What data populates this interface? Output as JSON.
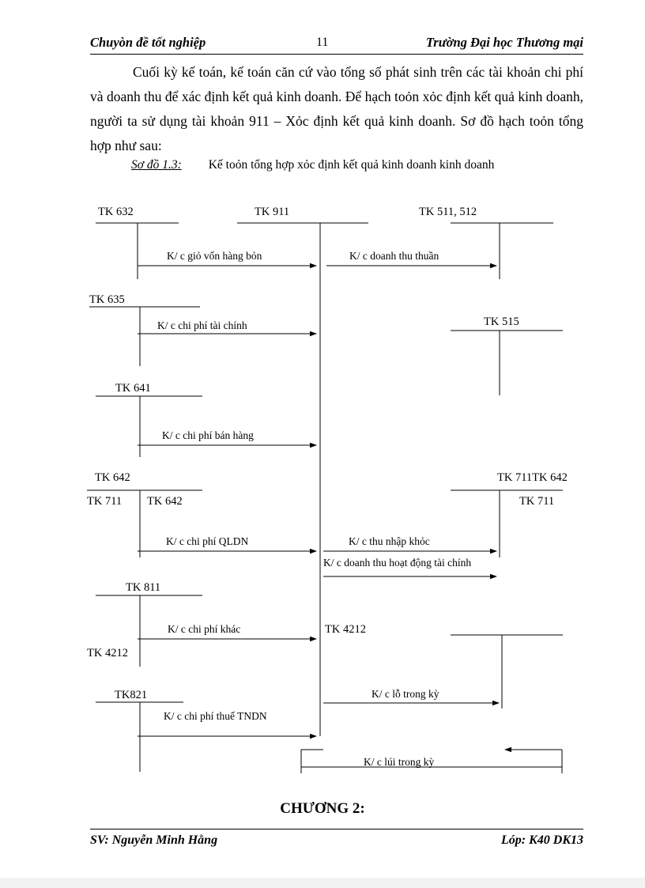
{
  "header": {
    "left": "Chuyòn đề tốt nghiệp",
    "page_number": "11",
    "right": "Trường Đại học Thương mại"
  },
  "body": {
    "paragraph": "Cuối kỳ kế toán, kế toán căn cứ vào tổng số phát sinh trên các tài khoản chi phí và doanh thu để xác định kết quả kinh doanh. Để hạch toỏn xỏc định kết quả kinh doanh, người ta sử dụng tài khoản 911 – Xỏc định kết quả kinh doanh. Sơ đồ hạch toỏn tổng hợp như sau:"
  },
  "caption": {
    "number": "Sơ đồ 1.3:",
    "title": "Kế toỏn tổng hợp xỏc định kết quả kinh doanh kinh doanh"
  },
  "diagram": {
    "nodes": [
      {
        "id": "tk632",
        "label": "TK 632"
      },
      {
        "id": "tk911",
        "label": "TK 911"
      },
      {
        "id": "tk511512",
        "label": "TK 511, 512"
      },
      {
        "id": "tk635",
        "label": "TK 635"
      },
      {
        "id": "tk515",
        "label": "TK 515"
      },
      {
        "id": "tk641",
        "label": "TK 641"
      },
      {
        "id": "tk642-top",
        "label": "TK 642"
      },
      {
        "id": "tk711-left",
        "label": "TK 711"
      },
      {
        "id": "tk642-inner",
        "label": "TK 642"
      },
      {
        "id": "tk711tk642",
        "label": "TK 711TK 642"
      },
      {
        "id": "tk711-right",
        "label": "TK 711"
      },
      {
        "id": "tk811",
        "label": "TK 811"
      },
      {
        "id": "tk4212-left",
        "label": "TK 4212"
      },
      {
        "id": "tk4212-mid",
        "label": "TK 4212"
      },
      {
        "id": "tk821",
        "label": "TK821"
      }
    ],
    "flows": [
      {
        "id": "gia-von",
        "label": "K/ c giỏ vốn hàng bỏn"
      },
      {
        "id": "doanh-thu-thuan",
        "label": "K/ c doanh thu thuần"
      },
      {
        "id": "chi-phi-tai-chinh",
        "label": "K/ c chi phí tài chính"
      },
      {
        "id": "dt-hd-tai-chinh",
        "label": "K/ c doanh thu hoạt động tài chính"
      },
      {
        "id": "chi-phi-ban-hang",
        "label": "K/ c chi phí bán hàng"
      },
      {
        "id": "chi-phi-qldn",
        "label": "K/ c chi phí QLDN"
      },
      {
        "id": "thu-nhap-khac",
        "label": "K/ c thu nhập khỏc"
      },
      {
        "id": "chi-phi-khac",
        "label": "K/ c chi phí khác"
      },
      {
        "id": "lo-trong-ky",
        "label": "K/ c lỗ trong kỳ"
      },
      {
        "id": "chi-phi-thue",
        "label": "K/ c chi phí thuế TNDN"
      },
      {
        "id": "lai-trong-ky",
        "label": "K/ c lúi trong kỳ"
      }
    ]
  },
  "chapter": {
    "title": "CHƯƠNG 2:"
  },
  "footer": {
    "left": "SV: Nguyễn Minh Hằng",
    "right": "Lóp: K40 DK13"
  },
  "colors": {
    "ink": "#000000",
    "paper": "#ffffff"
  }
}
